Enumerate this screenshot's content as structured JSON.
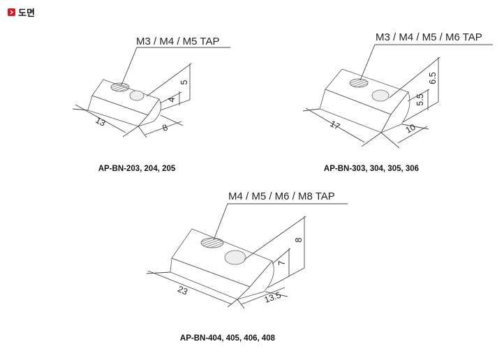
{
  "header": {
    "title": "도면"
  },
  "drawings": [
    {
      "tap": "M3 / M4 / M5 TAP",
      "d1": "5",
      "d2": "4",
      "length": "13",
      "width": "8",
      "caption": "AP-BN-203, 204, 205"
    },
    {
      "tap": "M3 / M4 / M5 / M6 TAP",
      "d1": "6.5",
      "d2": "5.5",
      "length": "17",
      "width": "10",
      "caption": "AP-BN-303, 304, 305, 306"
    },
    {
      "tap": "M4 / M5 / M6 / M8 TAP",
      "d1": "8",
      "d2": "7",
      "length": "23",
      "width": "13.5",
      "caption": "AP-BN-404, 405, 406, 408"
    }
  ],
  "colors": {
    "marker": "#d71920",
    "body_light": "#e8e8e8",
    "body_dark": "#b9b9b9"
  },
  "icons": {
    "header_marker": "chevron-right-icon"
  }
}
